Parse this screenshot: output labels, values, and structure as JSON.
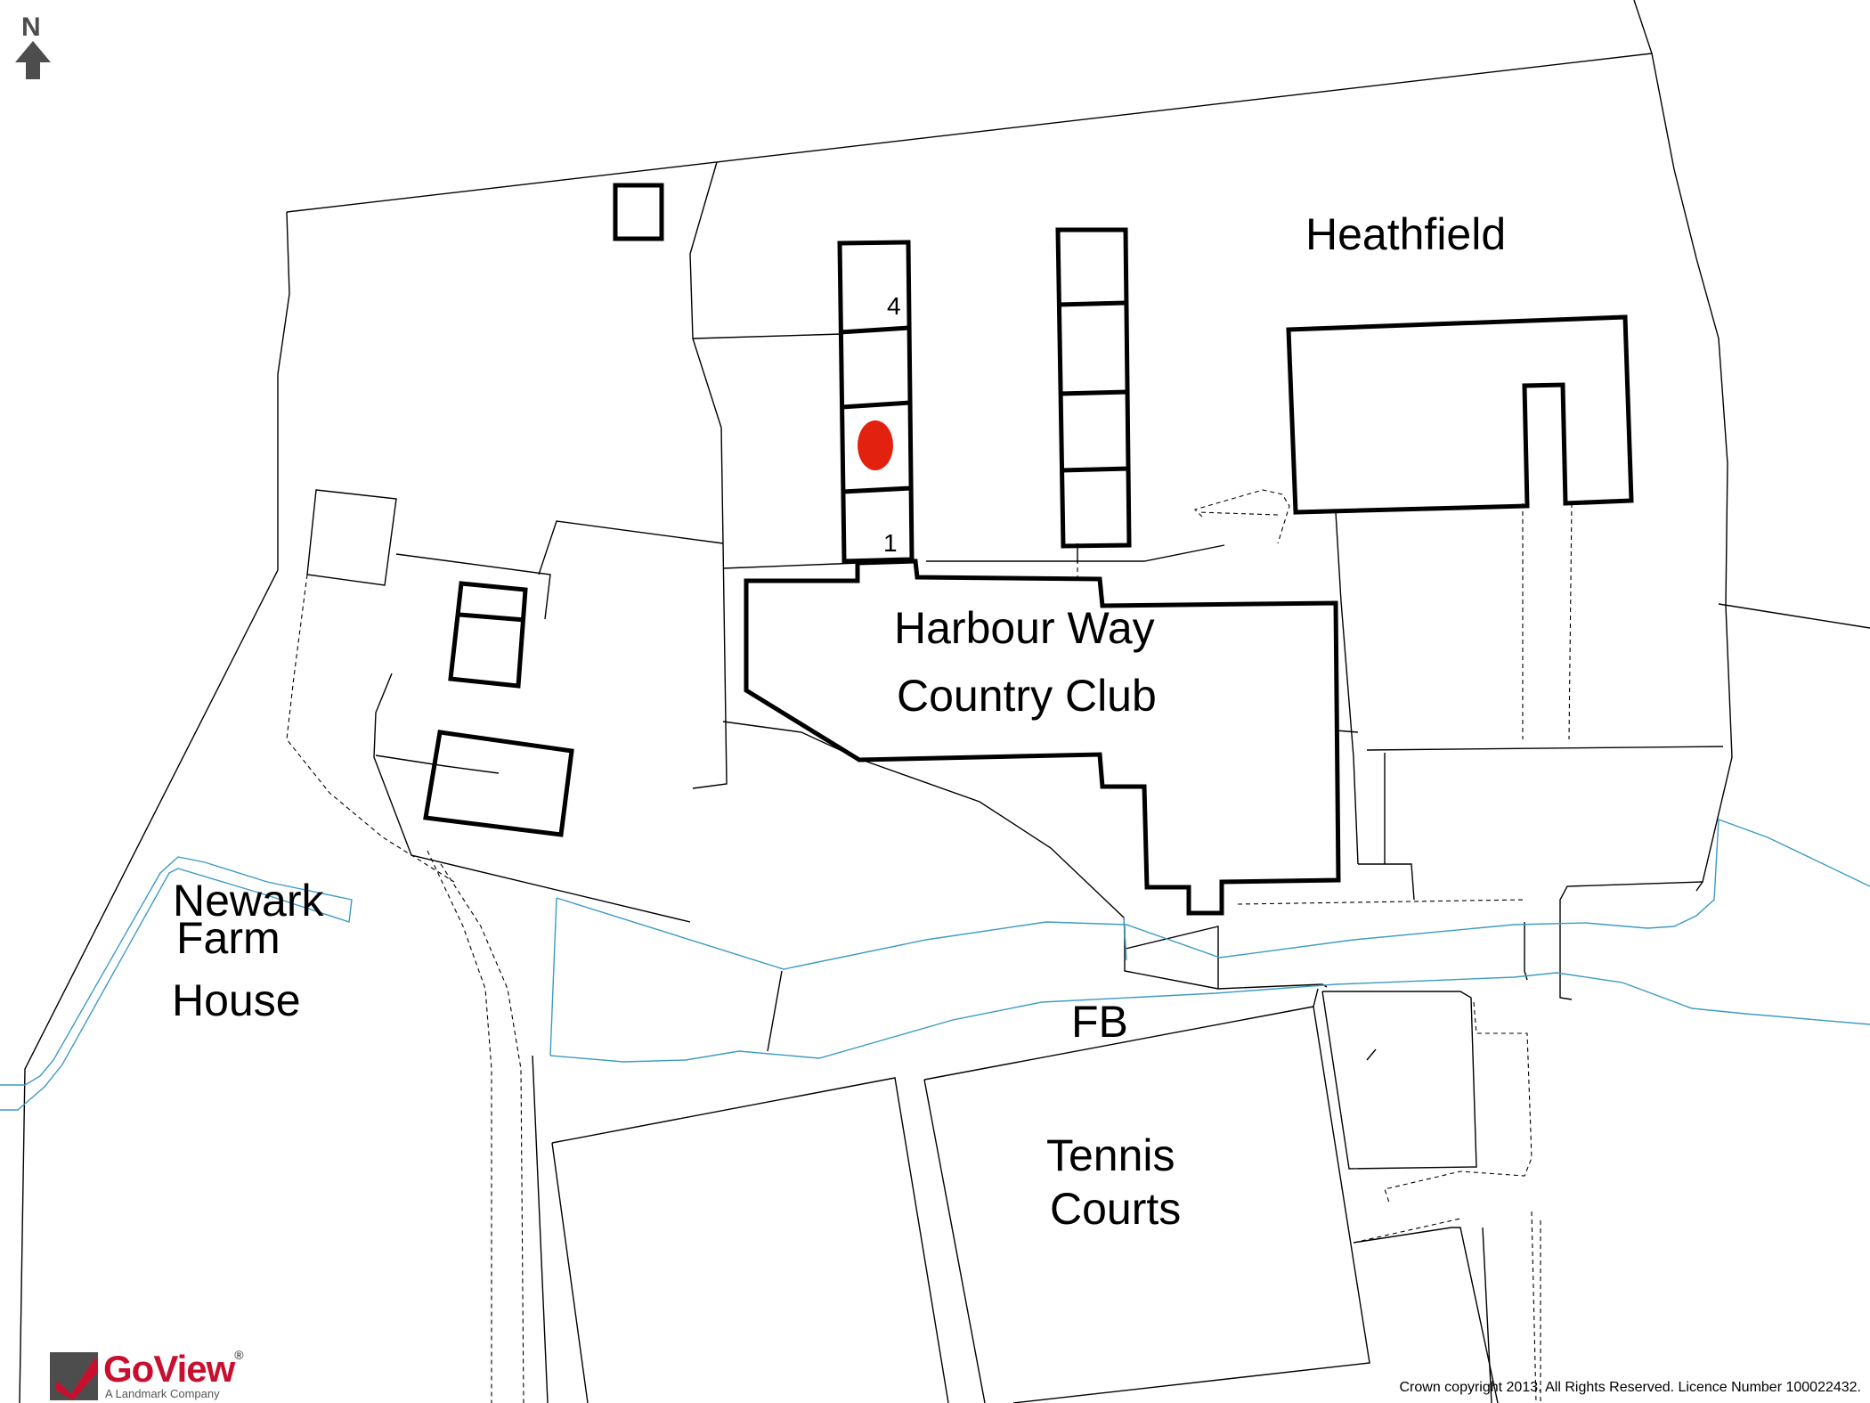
{
  "north_arrow": {
    "letter": "N"
  },
  "labels": {
    "heathfield": "Heathfield",
    "harbour_line1": "Harbour Way",
    "harbour_line2": "Country Club",
    "newark_line1": "Newark",
    "newark_line2": "Farm",
    "newark_line3": "House",
    "fb": "FB",
    "tennis_line1": "Tennis",
    "tennis_line2": "Courts",
    "unit_4": "4",
    "unit_1": "1"
  },
  "marker": {
    "color": "#e3210f"
  },
  "colors": {
    "water": "#3d9bc4",
    "logo": "#c8102e",
    "lines": "#000000"
  },
  "logo": {
    "name": "GoView",
    "registered": "®",
    "tagline": "A Landmark Company"
  },
  "copyright": "Crown copyright 2013. All Rights Reserved. Licence Number 100022432."
}
